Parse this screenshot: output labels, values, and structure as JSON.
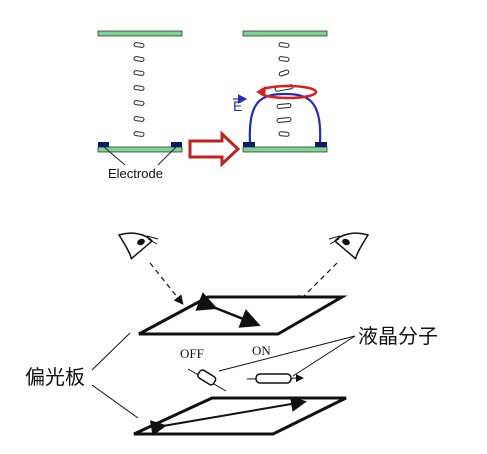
{
  "top_diagram": {
    "electrode_label": "Electrode",
    "field_label": "E",
    "colors": {
      "plate": "#7ed491",
      "electrode": "#0b1a6b",
      "field_line": "#1e2fb3",
      "rotation_arrow": "#d61f1f",
      "transition_arrow": "#c0221c"
    }
  },
  "bottom_diagram": {
    "polarizer_label": "偏光板",
    "liquid_crystal_label": "液晶分子",
    "off_label": "OFF",
    "on_label": "ON"
  }
}
